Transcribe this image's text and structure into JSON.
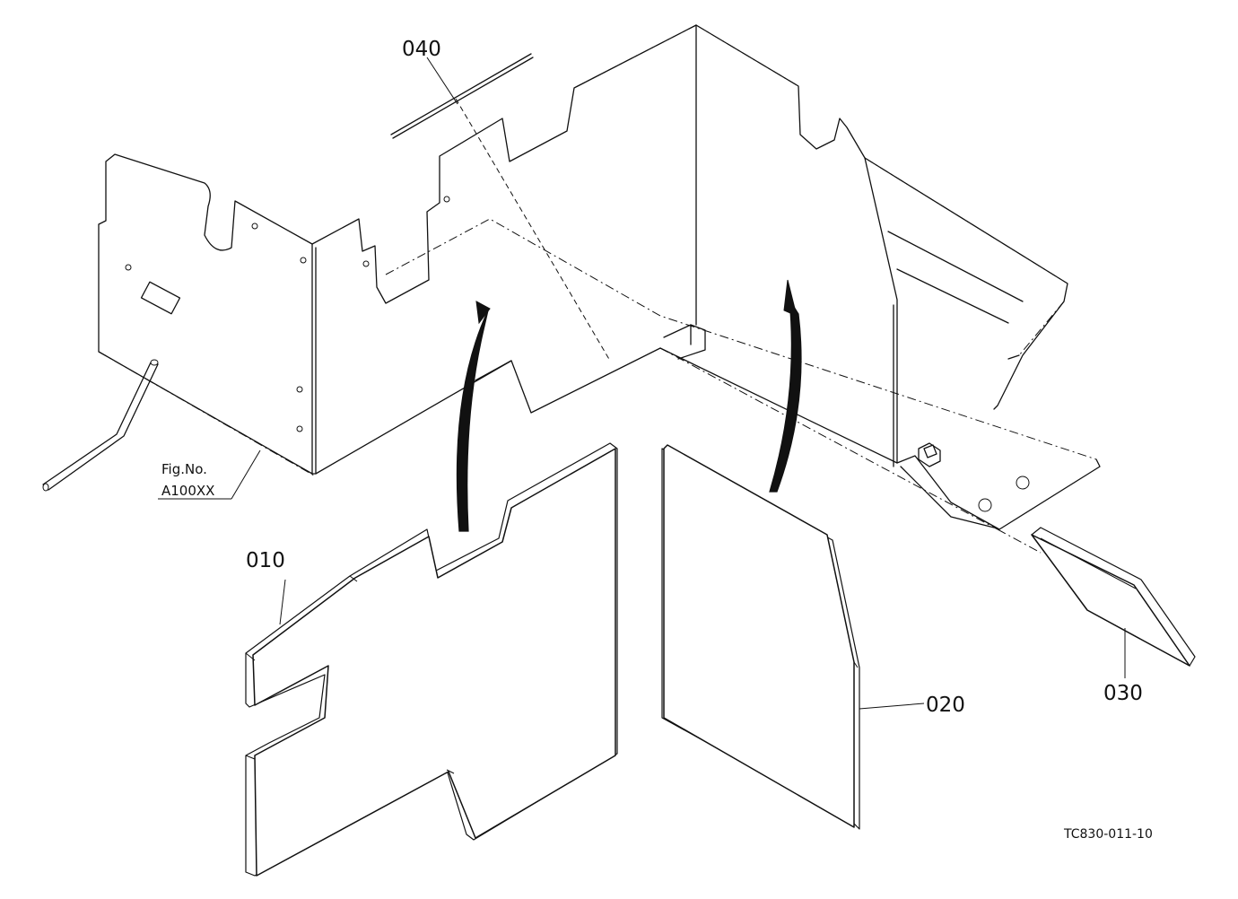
{
  "diagram": {
    "parts": [
      {
        "id": "part-010",
        "label": "010"
      },
      {
        "id": "part-020",
        "label": "020"
      },
      {
        "id": "part-030",
        "label": "030"
      },
      {
        "id": "part-040",
        "label": "040"
      }
    ],
    "figure_ref": {
      "line1": "Fig.No.",
      "line2": "A100XX"
    },
    "drawing_code": "TC830-011-10"
  }
}
